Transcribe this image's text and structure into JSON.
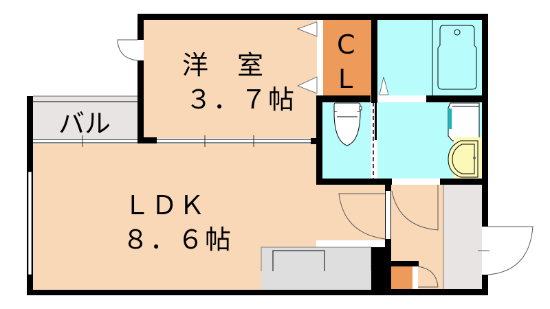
{
  "floorplan": {
    "rooms": {
      "western_room": {
        "name": "洋　室",
        "size": "３．７帖",
        "color": "#f9d8b8"
      },
      "closet": {
        "line1": "C",
        "line2": "L",
        "color": "#ee9a5a"
      },
      "ldk": {
        "name": "ＬＤＫ",
        "size": "８．６帖",
        "color": "#f9d8b8"
      },
      "balcony": {
        "name": "バル",
        "color": "#e9e4e4"
      },
      "bathroom": {
        "color": "#b8fcfc"
      },
      "toilet": {
        "color": "#b8fcfc"
      },
      "washroom": {
        "color": "#b8fcfc"
      },
      "hallway": {
        "color": "#f9d8b8"
      },
      "entrance": {
        "color": "#e9e4e4"
      },
      "kitchen": {
        "color": "#dedede"
      },
      "storage": {
        "color": "#ee9a5a"
      }
    },
    "colors": {
      "wall": "#000000",
      "vanity": "#fcf8b8",
      "washer_accent": "#20b2b8"
    }
  }
}
